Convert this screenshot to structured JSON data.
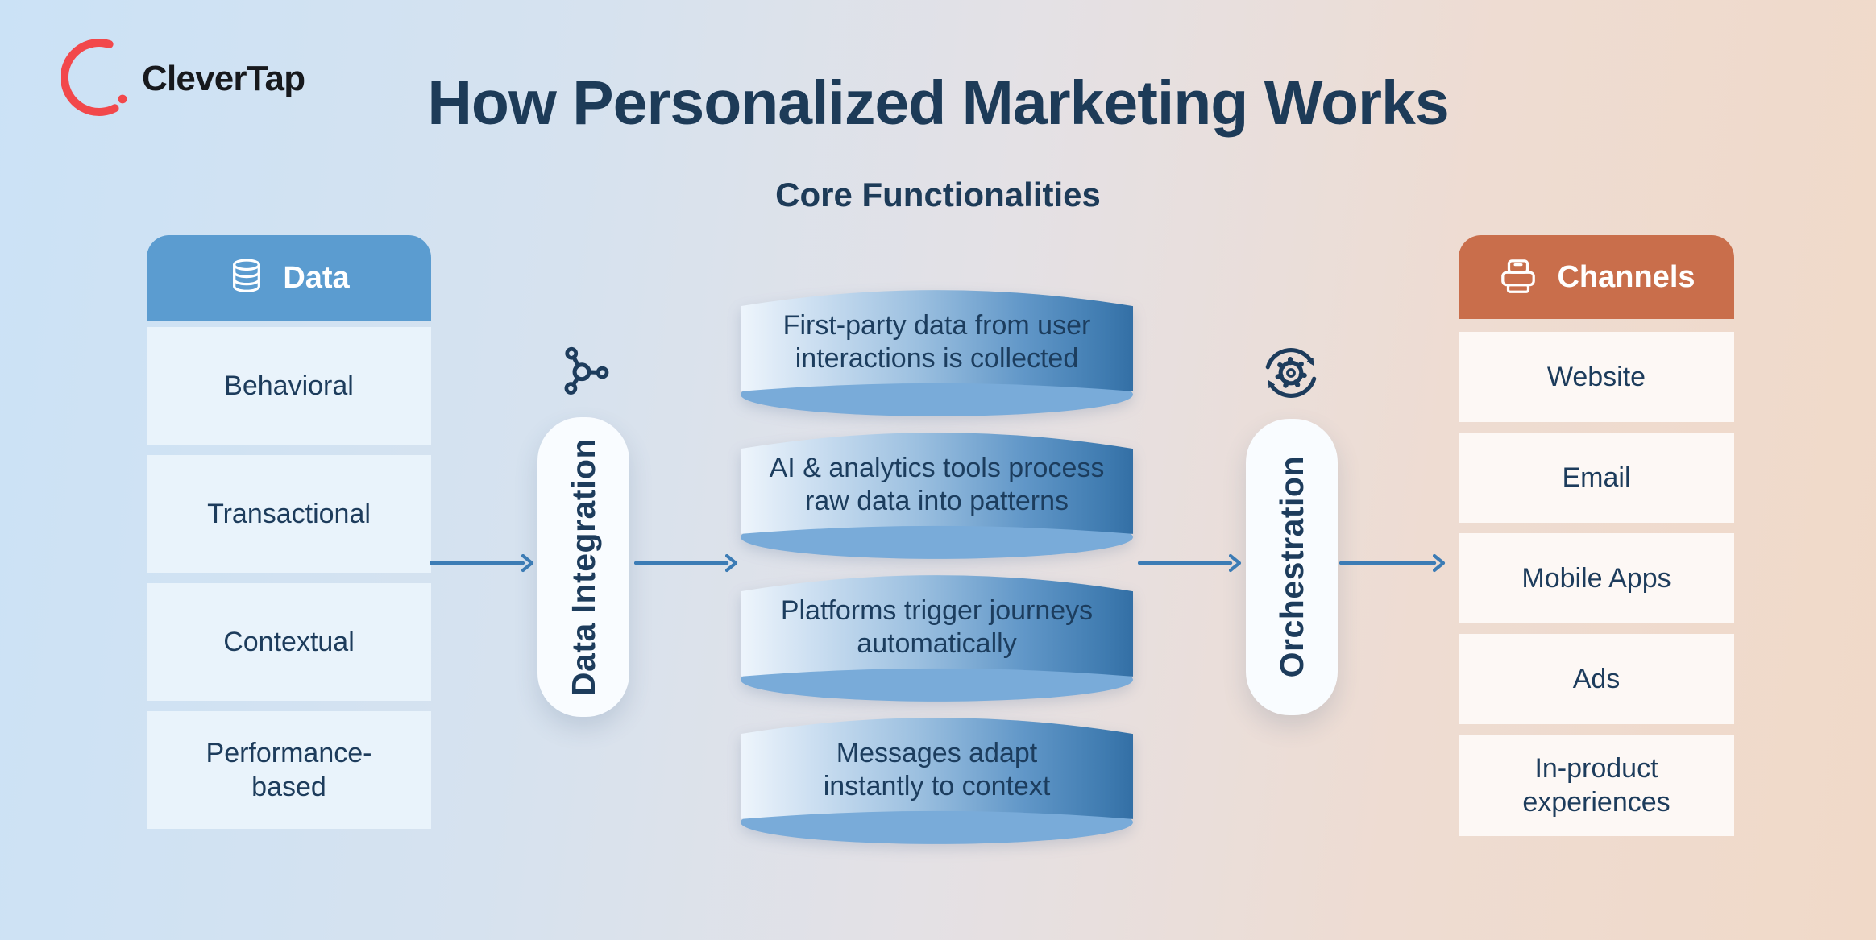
{
  "brand": {
    "name": "CleverTap"
  },
  "title": "How Personalized Marketing Works",
  "data_column": {
    "header": "Data",
    "icon": "database-icon",
    "items": [
      "Behavioral",
      "Transactional",
      "Contextual",
      "Performance-based"
    ]
  },
  "flow": {
    "left_pill": "Data Integration",
    "left_icon": "network-nodes-icon",
    "right_pill": "Orchestration",
    "right_icon": "gear-sync-icon"
  },
  "core": {
    "heading": "Core Functionalities",
    "items": [
      "First-party data from user interactions is collected",
      "AI & analytics tools process raw data into patterns",
      "Platforms trigger journeys automatically",
      "Messages adapt instantly to context"
    ]
  },
  "channels_column": {
    "header": "Channels",
    "icon": "printer-icon",
    "items": [
      "Website",
      "Email",
      "Mobile Apps",
      "Ads",
      "In-product experiences"
    ]
  },
  "colors": {
    "accent_blue": "#5b9cd0",
    "accent_terracotta": "#c96e4b",
    "navy": "#1d3c5c",
    "arrow_blue": "#3c7cb5",
    "brand_red": "#f2484b"
  }
}
